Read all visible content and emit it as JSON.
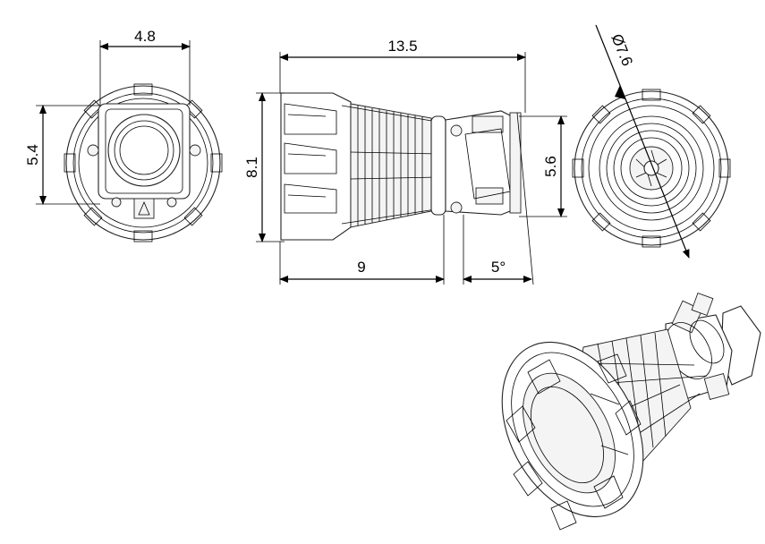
{
  "dimensions": {
    "front_width": "4.8",
    "front_height": "5.4",
    "side_length": "13.5",
    "side_height": "8.1",
    "side_rear_height": "5.6",
    "side_front_length": "9",
    "side_angle": "5°",
    "rear_diameter": "Ø7.6"
  },
  "colors": {
    "line": "#000000",
    "background": "#ffffff"
  }
}
